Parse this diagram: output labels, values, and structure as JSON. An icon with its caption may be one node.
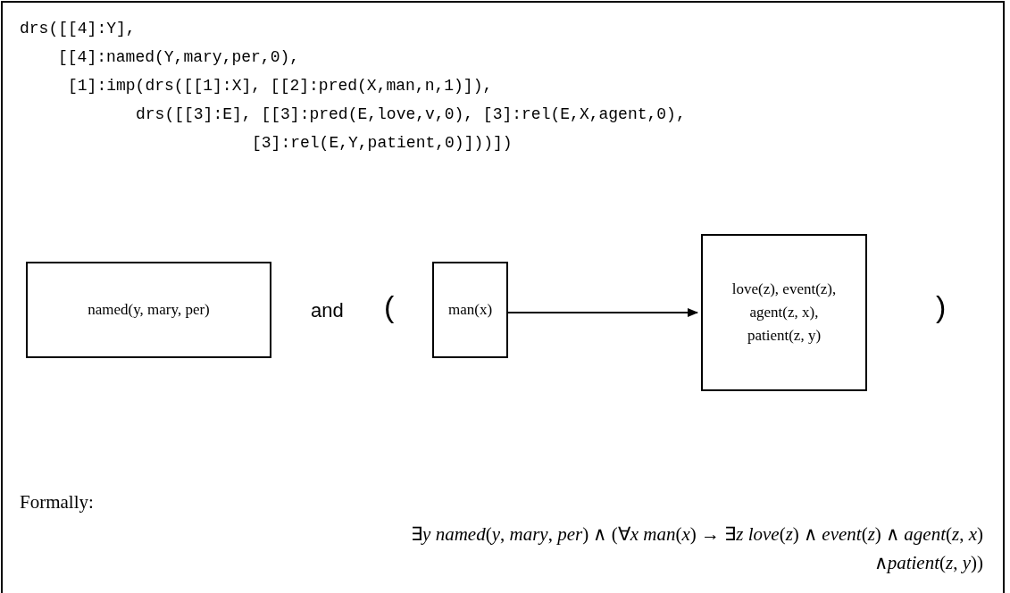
{
  "diagram": {
    "nodes": [
      {
        "text": [
          "named(y, mary, per)"
        ]
      },
      {
        "text": [
          "man(x)"
        ]
      },
      {
        "text": [
          "love(z), event(z), agent(z, x), patient(z, y)"
        ]
      }
    ],
    "edges": [
      {
        "from": 1,
        "to": 2,
        "arrow": "to"
      }
    ],
    "labels": [
      "drs([[4]:Y],",
      "[[4]:named(Y,mary,per,0),",
      "[1]:imp(drs([[1]:X], [[2]:pred(X,man,n,1)]),",
      "drs([[3]:E], [[3]:pred(E,love,v,0), [3]:rel(E,X,agent,0),",
      "[3]:rel(E,Y,patient,0)]))])",
      "and",
      "(",
      ")",
      "Formally:",
      "∃*y named*(*y*, *mary*, *per*) ∧ (∀*x man*(*x*) → ∃*z love*(*z*) ∧ *event*(*z*) ∧ *agent*(*z*, *x*)",
      "∧*patient*(*z*, *y*))"
    ]
  }
}
